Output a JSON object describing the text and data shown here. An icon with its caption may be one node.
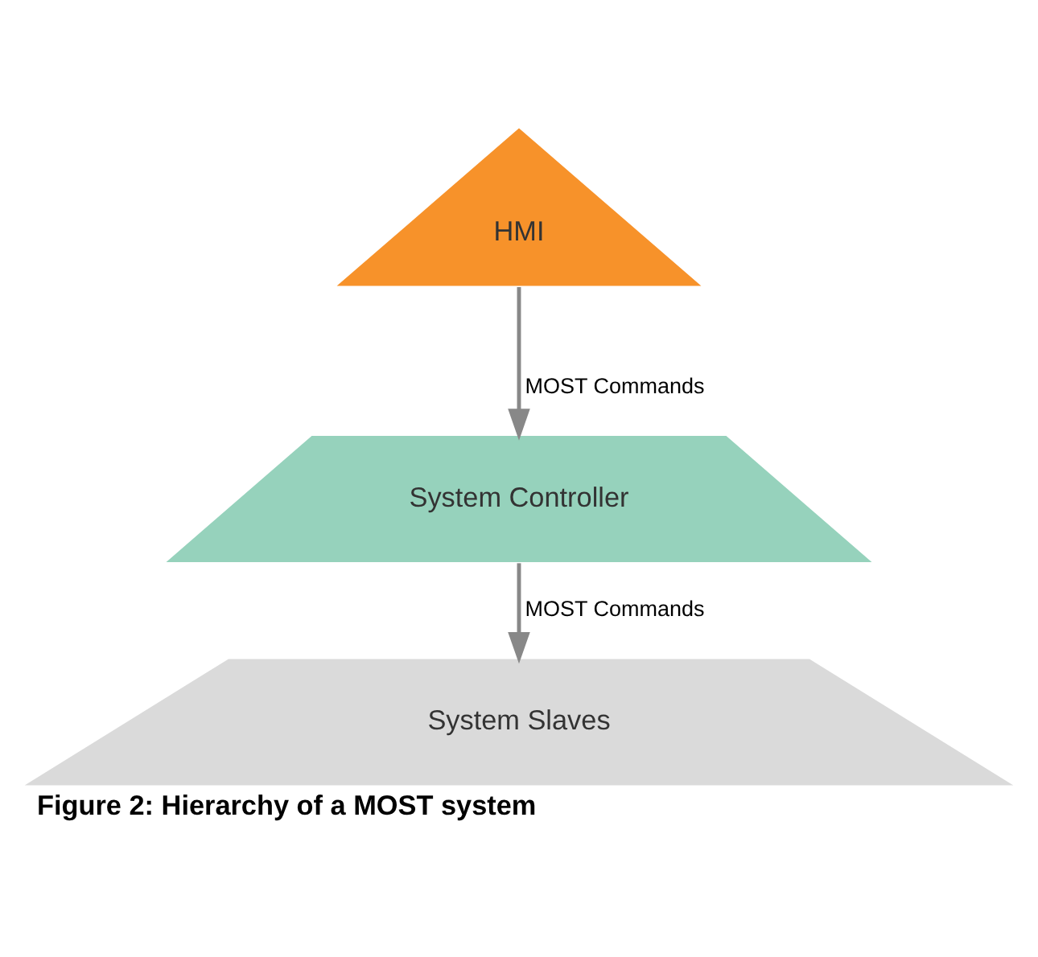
{
  "diagram": {
    "caption": "Figure 2: Hierarchy of a MOST system",
    "nodes": [
      {
        "text": [
          "HMI"
        ]
      },
      {
        "text": [
          "System Controller"
        ]
      },
      {
        "text": [
          "System Slaves"
        ]
      }
    ],
    "edges": [
      {
        "from": 0,
        "to": 1,
        "arrow": "to",
        "label": "MOST Commands"
      },
      {
        "from": 1,
        "to": 2,
        "arrow": "to",
        "label": "MOST Commands"
      }
    ]
  }
}
